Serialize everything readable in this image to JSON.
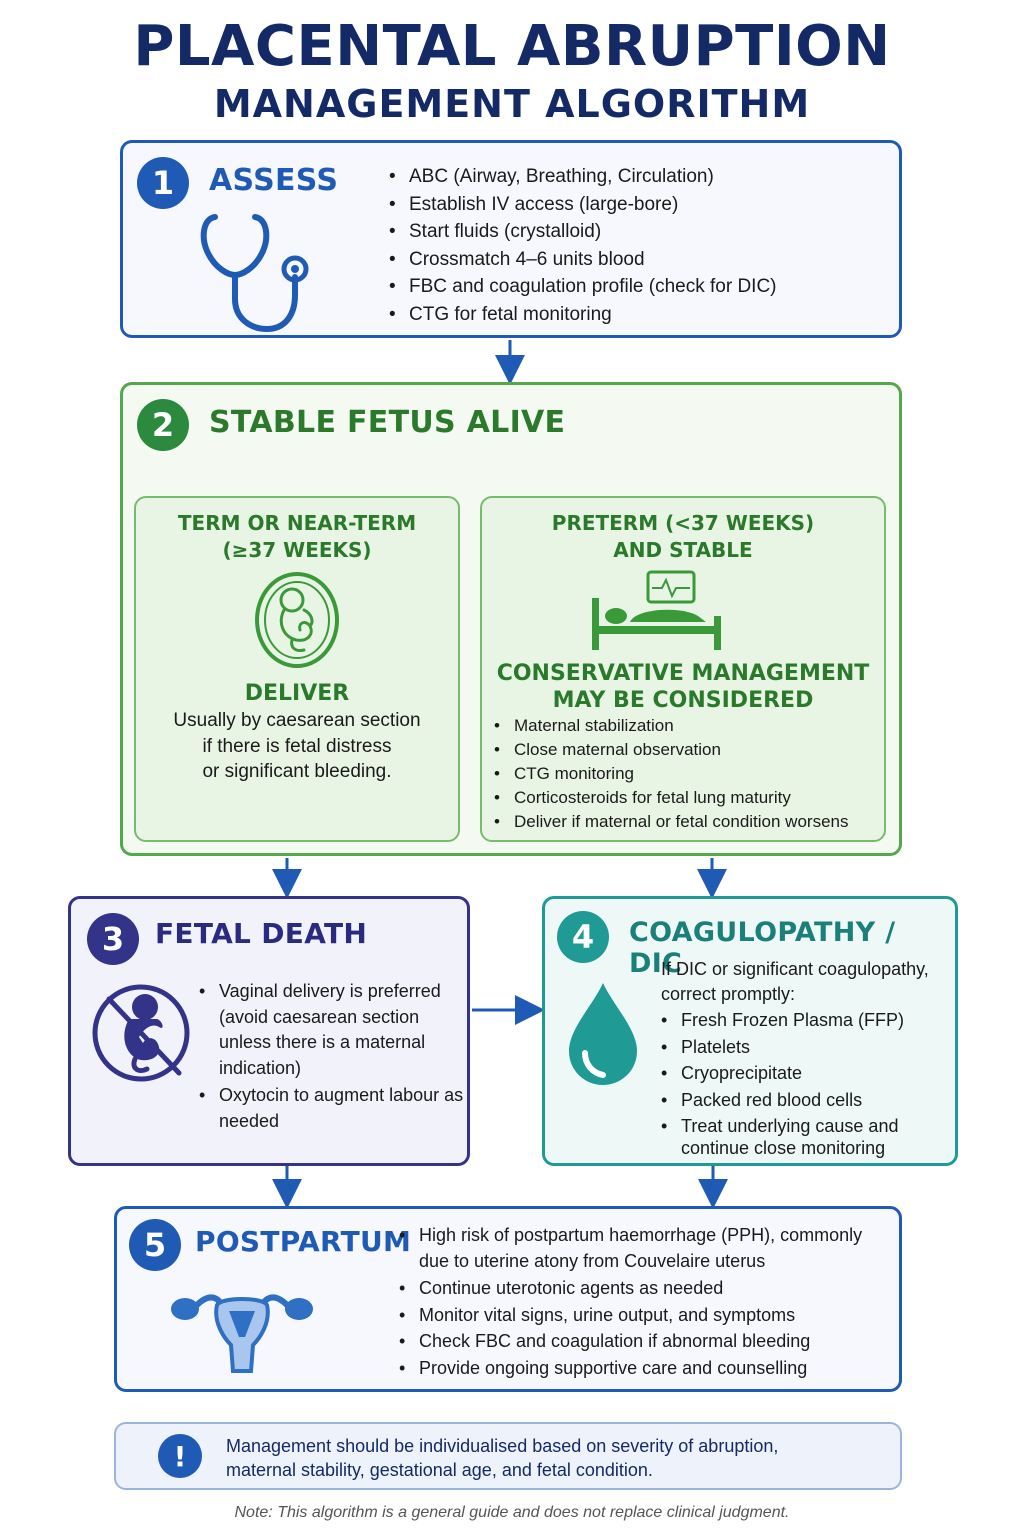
{
  "title": {
    "line1": "PLACENTAL ABRUPTION",
    "line2": "MANAGEMENT ALGORITHM"
  },
  "colors": {
    "navy": "#142a66",
    "blue": "#1f5bb5",
    "green": "#2b8a3e",
    "indigo": "#33338a",
    "teal": "#1f9a95"
  },
  "step1": {
    "number": "1",
    "heading": "ASSESS",
    "icon": "stethoscope-icon",
    "items": [
      "ABC (Airway, Breathing, Circulation)",
      "Establish IV access (large-bore)",
      "Start fluids (crystalloid)",
      "Crossmatch 4–6 units blood",
      "FBC and coagulation profile (check for DIC)",
      "CTG for fetal monitoring"
    ]
  },
  "step2": {
    "number": "2",
    "heading": "STABLE FETUS ALIVE",
    "term": {
      "heading_line1": "TERM OR NEAR-TERM",
      "heading_line2": "(≥37 WEEKS)",
      "icon": "fetus-icon",
      "action": "DELIVER",
      "desc_line1": "Usually by caesarean section",
      "desc_line2": "if there is fetal distress",
      "desc_line3": "or significant bleeding."
    },
    "preterm": {
      "heading_line1": "PRETERM (<37 WEEKS)",
      "heading_line2": "AND STABLE",
      "icon": "hospital-bed-monitor-icon",
      "action_line1": "CONSERVATIVE MANAGEMENT",
      "action_line2": "MAY BE CONSIDERED",
      "items": [
        "Maternal stabilization",
        "Close maternal observation",
        "CTG monitoring",
        "Corticosteroids for fetal lung maturity",
        "Deliver if maternal or fetal condition worsens"
      ]
    }
  },
  "step3": {
    "number": "3",
    "heading": "FETAL DEATH",
    "icon": "no-fetus-icon",
    "items": [
      "Vaginal delivery is preferred (avoid caesarean section unless there is a maternal indication)",
      "Oxytocin to augment labour as needed"
    ]
  },
  "step4": {
    "number": "4",
    "heading": "COAGULOPATHY / DIC",
    "icon": "blood-drop-icon",
    "intro_line1": "If DIC or significant coagulopathy,",
    "intro_line2": "correct promptly:",
    "items": [
      "Fresh Frozen Plasma (FFP)",
      "Platelets",
      "Cryoprecipitate",
      "Packed red blood cells",
      "Treat underlying cause and continue close monitoring"
    ]
  },
  "step5": {
    "number": "5",
    "heading": "POSTPARTUM",
    "icon": "uterus-icon",
    "items": [
      "High risk of postpartum haemorrhage (PPH), commonly due to uterine atony from Couvelaire uterus",
      "Continue uterotonic agents as needed",
      "Monitor vital signs, urine output, and symptoms",
      "Check FBC and coagulation if abnormal bleeding",
      "Provide ongoing supportive care and counselling"
    ]
  },
  "callout": {
    "icon": "exclamation-icon",
    "line1": "Management should be individualised based on severity of abruption,",
    "line2": "maternal stability, gestational age, and fetal condition."
  },
  "footnote": "Note: This algorithm is a general guide and does not replace clinical judgment."
}
